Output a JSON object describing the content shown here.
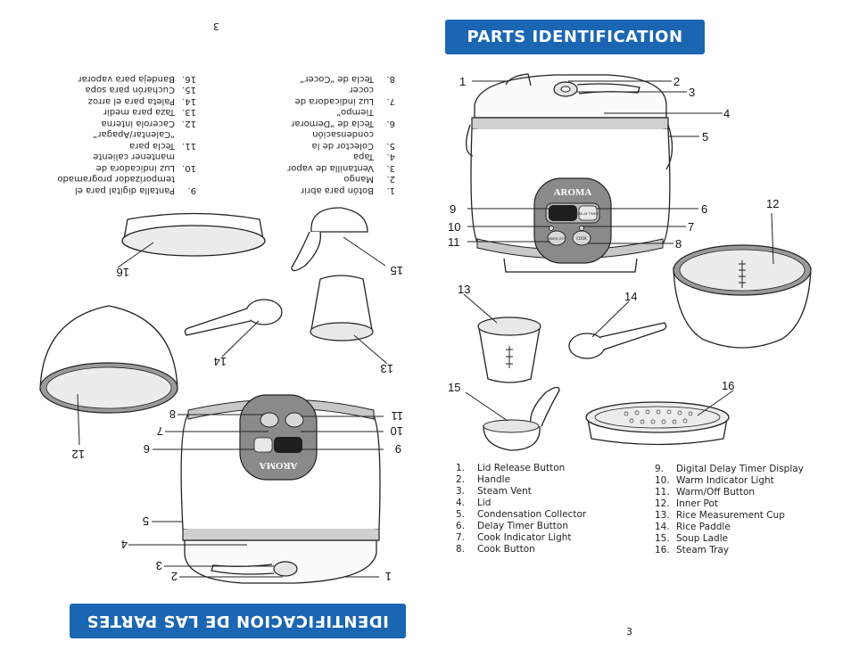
{
  "page_en": {
    "title": "PARTS IDENTIFICATION",
    "page_number": "3",
    "brand_logo": "AROMA",
    "callouts": [
      "1",
      "2",
      "3",
      "4",
      "5",
      "6",
      "7",
      "8",
      "9",
      "10",
      "11",
      "12",
      "13",
      "14",
      "15",
      "16"
    ],
    "parts_col1": [
      {
        "n": "1.",
        "t": "Lid Release Button"
      },
      {
        "n": "2.",
        "t": "Handle"
      },
      {
        "n": "3.",
        "t": "Steam Vent"
      },
      {
        "n": "4.",
        "t": "Lid"
      },
      {
        "n": "5.",
        "t": "Condensation Collector"
      },
      {
        "n": "6.",
        "t": "Delay Timer Button"
      },
      {
        "n": "7.",
        "t": "Cook Indicator Light"
      },
      {
        "n": "8.",
        "t": "Cook Button"
      }
    ],
    "parts_col2": [
      {
        "n": "9.",
        "t": "Digital Delay Timer Display"
      },
      {
        "n": "10.",
        "t": "Warm Indicator Light"
      },
      {
        "n": "11.",
        "t": "Warm/Off Button"
      },
      {
        "n": "12.",
        "t": "Inner Pot"
      },
      {
        "n": "13.",
        "t": "Rice Measurement Cup"
      },
      {
        "n": "14.",
        "t": "Rice Paddle"
      },
      {
        "n": "15.",
        "t": "Soup Ladle"
      },
      {
        "n": "16.",
        "t": "Steam Tray"
      }
    ],
    "panel_buttons": {
      "delay": "DELAY TIMER",
      "warm": "WARM OFF",
      "cook": "COOK"
    }
  },
  "page_es": {
    "title": "IDENTIFICACION DE LAS PARTES",
    "page_number": "3",
    "parts_col1": [
      {
        "n": "1.",
        "t": "Botón para abrir"
      },
      {
        "n": "2.",
        "t": "Mango"
      },
      {
        "n": "3.",
        "t": "Ventanilla de vapor"
      },
      {
        "n": "4.",
        "t": "Tapa"
      },
      {
        "n": "5.",
        "t": "Colector de la condensación"
      },
      {
        "n": "6.",
        "t": "Tecla de “Demorar Tiempo”"
      },
      {
        "n": "7.",
        "t": "Luz indicadora de cocer"
      },
      {
        "n": "8.",
        "t": "Tecla de “Cocer”"
      }
    ],
    "parts_col2": [
      {
        "n": "9.",
        "t": "Pantalla digital para el temporizador programado"
      },
      {
        "n": "10.",
        "t": "Luz indicadora de mantener caliente"
      },
      {
        "n": "11.",
        "t": "Tecla para “Calentar/Apagar”"
      },
      {
        "n": "12.",
        "t": "Cacerola interna"
      },
      {
        "n": "13.",
        "t": "Taza para medir"
      },
      {
        "n": "14.",
        "t": "Paleta para el arroz"
      },
      {
        "n": "15.",
        "t": "Cucharón para sopa"
      },
      {
        "n": "16.",
        "t": "Bandeja para vaporar"
      }
    ]
  },
  "colors": {
    "banner": "#1a66b3",
    "banner_text": "#ffffff",
    "panel": "#8a8a8a",
    "display": "#1e1e1e",
    "pot_rim": "#9a9a9a",
    "cooker_band": "#c8c8c8"
  }
}
